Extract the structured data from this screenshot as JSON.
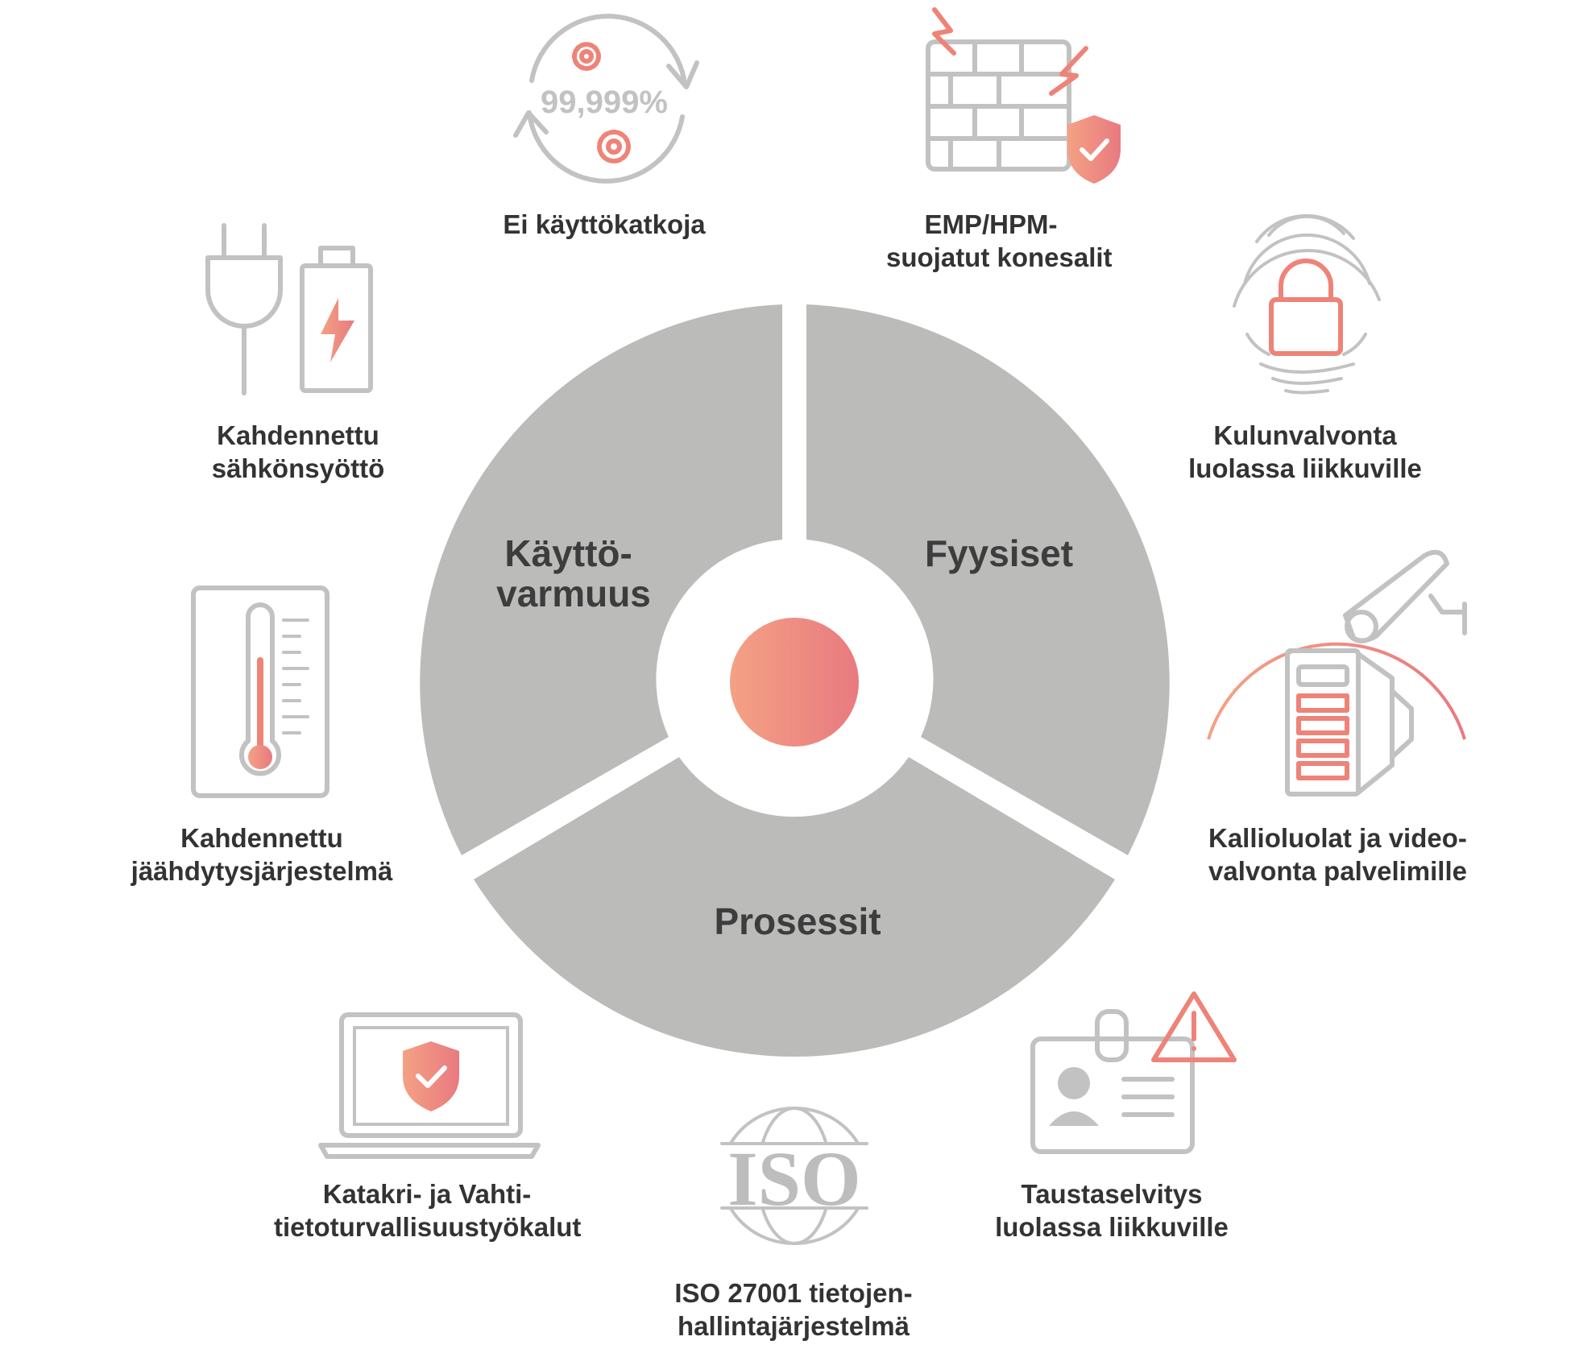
{
  "colors": {
    "segment": "#bbbcba",
    "icon_gray": "#c2c2c2",
    "accent_start": "#f4a184",
    "accent_end": "#e87a80",
    "text": "#333333"
  },
  "segments": [
    {
      "label_line1": "Käyttö-",
      "label_line2": "varmuus"
    },
    {
      "label": "Fyysiset"
    },
    {
      "label": "Prosessit"
    }
  ],
  "items": [
    {
      "icon": "availability-gears-icon",
      "icon_text": "99,999%",
      "caption": [
        "Ei käyttökatkoja"
      ]
    },
    {
      "icon": "firewall-shield-icon",
      "caption": [
        "EMP/HPM-",
        "suojatut konesalit"
      ]
    },
    {
      "icon": "fingerprint-lock-icon",
      "caption": [
        "Kulunvalvonta",
        "luolassa liikkuville"
      ]
    },
    {
      "icon": "server-camera-icon",
      "caption": [
        "Kallioluolat ja video-",
        "valvonta palvelimille"
      ]
    },
    {
      "icon": "id-card-warning-icon",
      "caption": [
        "Taustaselvitys",
        "luolassa liikkuville"
      ]
    },
    {
      "icon": "iso-globe-icon",
      "icon_text": "ISO",
      "caption": [
        "ISO 27001 tietojen-",
        "hallintajärjestelmä"
      ]
    },
    {
      "icon": "laptop-shield-icon",
      "caption": [
        "Katakri- ja Vahti-",
        "tietoturvallisuustyökalut"
      ]
    },
    {
      "icon": "thermometer-icon",
      "caption": [
        "Kahdennettu",
        "jäähdytysjärjestelmä"
      ]
    },
    {
      "icon": "plug-battery-icon",
      "caption": [
        "Kahdennettu",
        "sähkönsyöttö"
      ]
    }
  ]
}
